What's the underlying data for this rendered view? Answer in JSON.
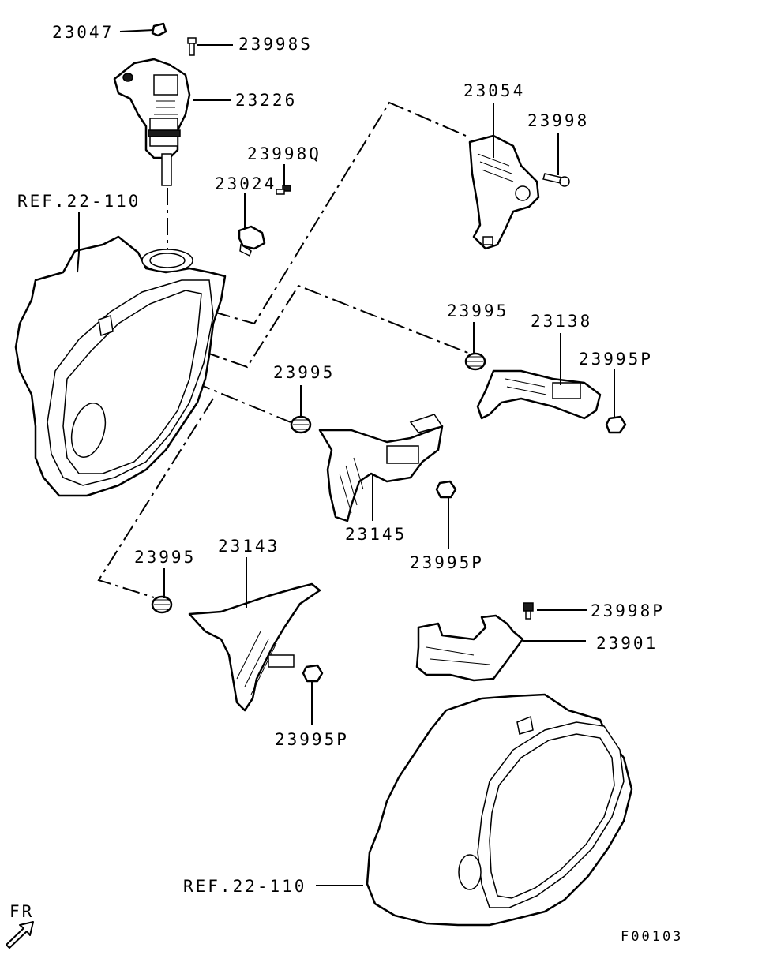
{
  "diagram": {
    "figure_code": "F00103",
    "orientation_label": "FR",
    "labels": {
      "p23047": "23047",
      "p23998S": "23998S",
      "p23226": "23226",
      "p23998Q": "23998Q",
      "p23024": "23024",
      "p23054": "23054",
      "p23998": "23998",
      "ref_top": "REF.22-110",
      "p23995_a": "23995",
      "p23138": "23138",
      "p23995P_a": "23995P",
      "p23995_b": "23995",
      "p23145": "23145",
      "p23995P_b": "23995P",
      "p23995_c": "23995",
      "p23143": "23143",
      "p23998P": "23998P",
      "p23901": "23901",
      "p23995P_c": "23995P",
      "ref_bottom": "REF.22-110"
    }
  }
}
